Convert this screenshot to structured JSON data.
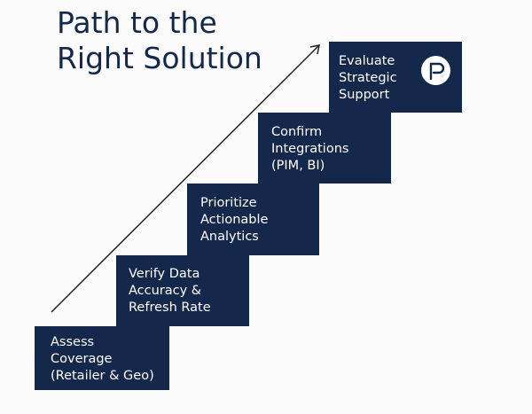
{
  "title": {
    "line1": "Path to the",
    "line2": "Right Solution"
  },
  "steps": [
    {
      "lines": [
        "Assess",
        "Coverage",
        "(Retailer & Geo)"
      ]
    },
    {
      "lines": [
        "Verify Data",
        "Accuracy &",
        "Refresh Rate"
      ]
    },
    {
      "lines": [
        "Prioritize",
        "Actionable",
        "Analytics"
      ]
    },
    {
      "lines": [
        "Confirm",
        "Integrations",
        "(PIM, BI)"
      ]
    },
    {
      "lines": [
        "Evaluate",
        "Strategic",
        "Support"
      ]
    }
  ],
  "colors": {
    "navy": "#14284b"
  }
}
